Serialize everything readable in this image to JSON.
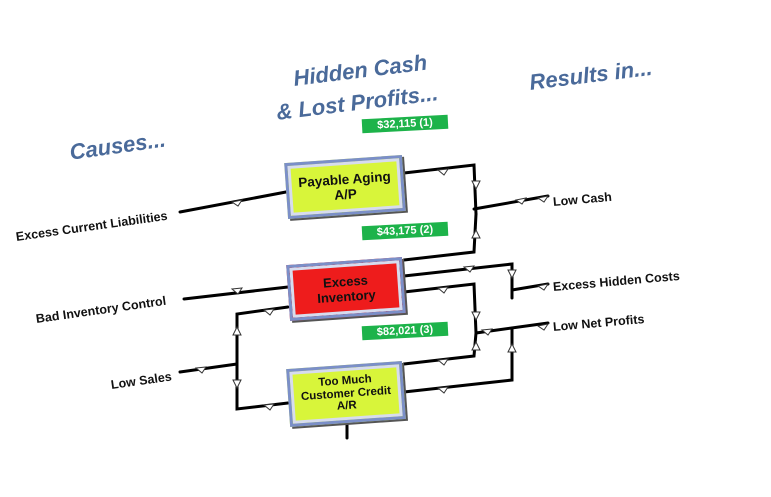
{
  "headings": {
    "causes": "Causes...",
    "hidden_line1": "Hidden Cash",
    "hidden_line2": "& Lost Profits...",
    "results": "Results in..."
  },
  "causes": [
    "Excess Current Liabilities",
    "Bad Inventory Control",
    "Low Sales"
  ],
  "boxes": {
    "payable": {
      "line1": "Payable Aging",
      "line2": "A/P",
      "color": "#d8f53a"
    },
    "inventory": {
      "line1": "Excess",
      "line2": "Inventory",
      "color": "#ee1c1c"
    },
    "credit": {
      "line1": "Too Much",
      "line2": "Customer Credit",
      "line3": "A/R",
      "color": "#d8f53a"
    }
  },
  "badges": {
    "payable": "$32,115 (1)",
    "inventory": "$43,175 (2)",
    "credit": "$82,021 (3)"
  },
  "results": [
    "Low Cash",
    "Excess Hidden Costs",
    "Low Net Profits"
  ],
  "colors": {
    "heading": "#4a6a9a",
    "badge": "#1db34a",
    "box_border": "#7b8fc8",
    "line": "#000000"
  }
}
